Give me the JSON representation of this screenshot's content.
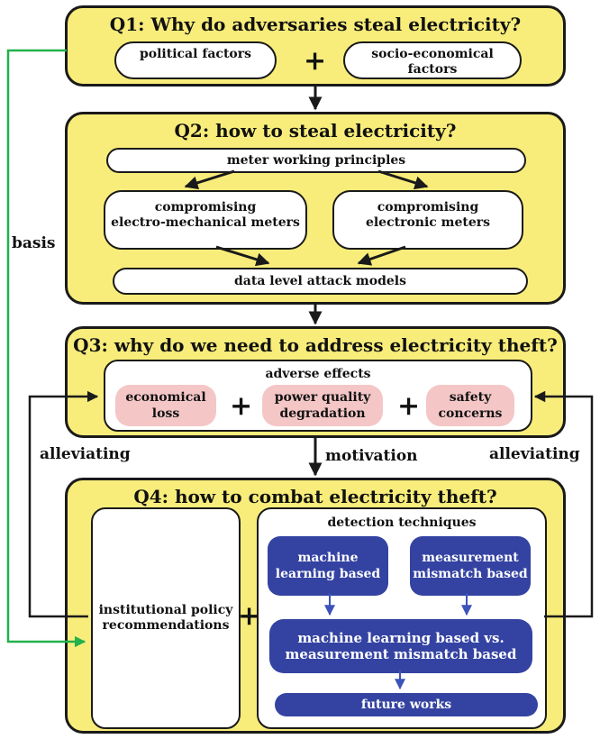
{
  "q1": {
    "title": "Q1: Why do adversaries steal electricity?",
    "left": "political factors",
    "plus": "+",
    "right": "socio-economical factors"
  },
  "q2": {
    "title": "Q2: how to steal electricity?",
    "principles": "meter working principles",
    "em_line1": "compromising",
    "em_line2": "electro-mechanical meters",
    "el_line1": "compromising",
    "el_line2": "electronic meters",
    "attack": "data level attack models"
  },
  "q3": {
    "title": "Q3: why do we need to address electricity theft?",
    "effects": "adverse effects",
    "econ_line1": "economical",
    "econ_line2": "loss",
    "pq_line1": "power quality",
    "pq_line2": "degradation",
    "safety_line1": "safety",
    "safety_line2": "concerns",
    "plus": "+"
  },
  "q4": {
    "title": "Q4: how to combat electricity theft?",
    "policy_line1": "institutional policy",
    "policy_line2": "recommendations",
    "plus": "+",
    "detection": "detection techniques",
    "ml_line1": "machine",
    "ml_line2": "learning based",
    "mm_line1": "measurement",
    "mm_line2": "mismatch based",
    "vs_line1": "machine learning based vs.",
    "vs_line2": "measurement mismatch based",
    "future": "future works"
  },
  "labels": {
    "basis": "basis",
    "motivation": "motivation",
    "alleviating_left": "alleviating",
    "alleviating_right": "alleviating"
  },
  "colors": {
    "panel": "#f8ed7a",
    "pink": "#f4c6c6",
    "blue": "#3443a2",
    "green_arrow": "#22b14c"
  }
}
